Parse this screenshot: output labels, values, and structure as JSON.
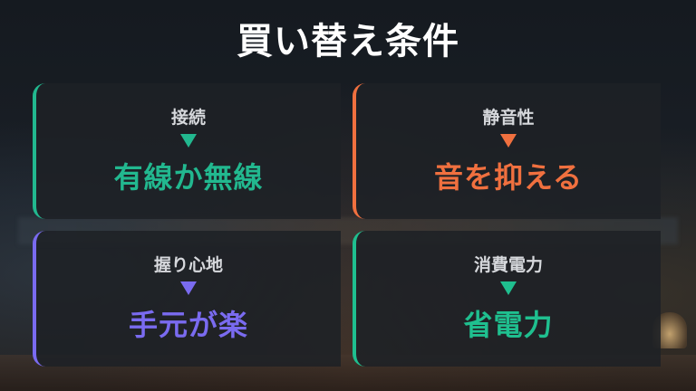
{
  "title": "買い替え条件",
  "cards": [
    {
      "label": "接続",
      "value": "有線か無線",
      "accent": "#22b88f"
    },
    {
      "label": "静音性",
      "value": "音を抑える",
      "accent": "#f0703f"
    },
    {
      "label": "握り心地",
      "value": "手元が楽",
      "accent": "#7a6bf0"
    },
    {
      "label": "消費電力",
      "value": "省電力",
      "accent": "#1fbf8f"
    }
  ]
}
